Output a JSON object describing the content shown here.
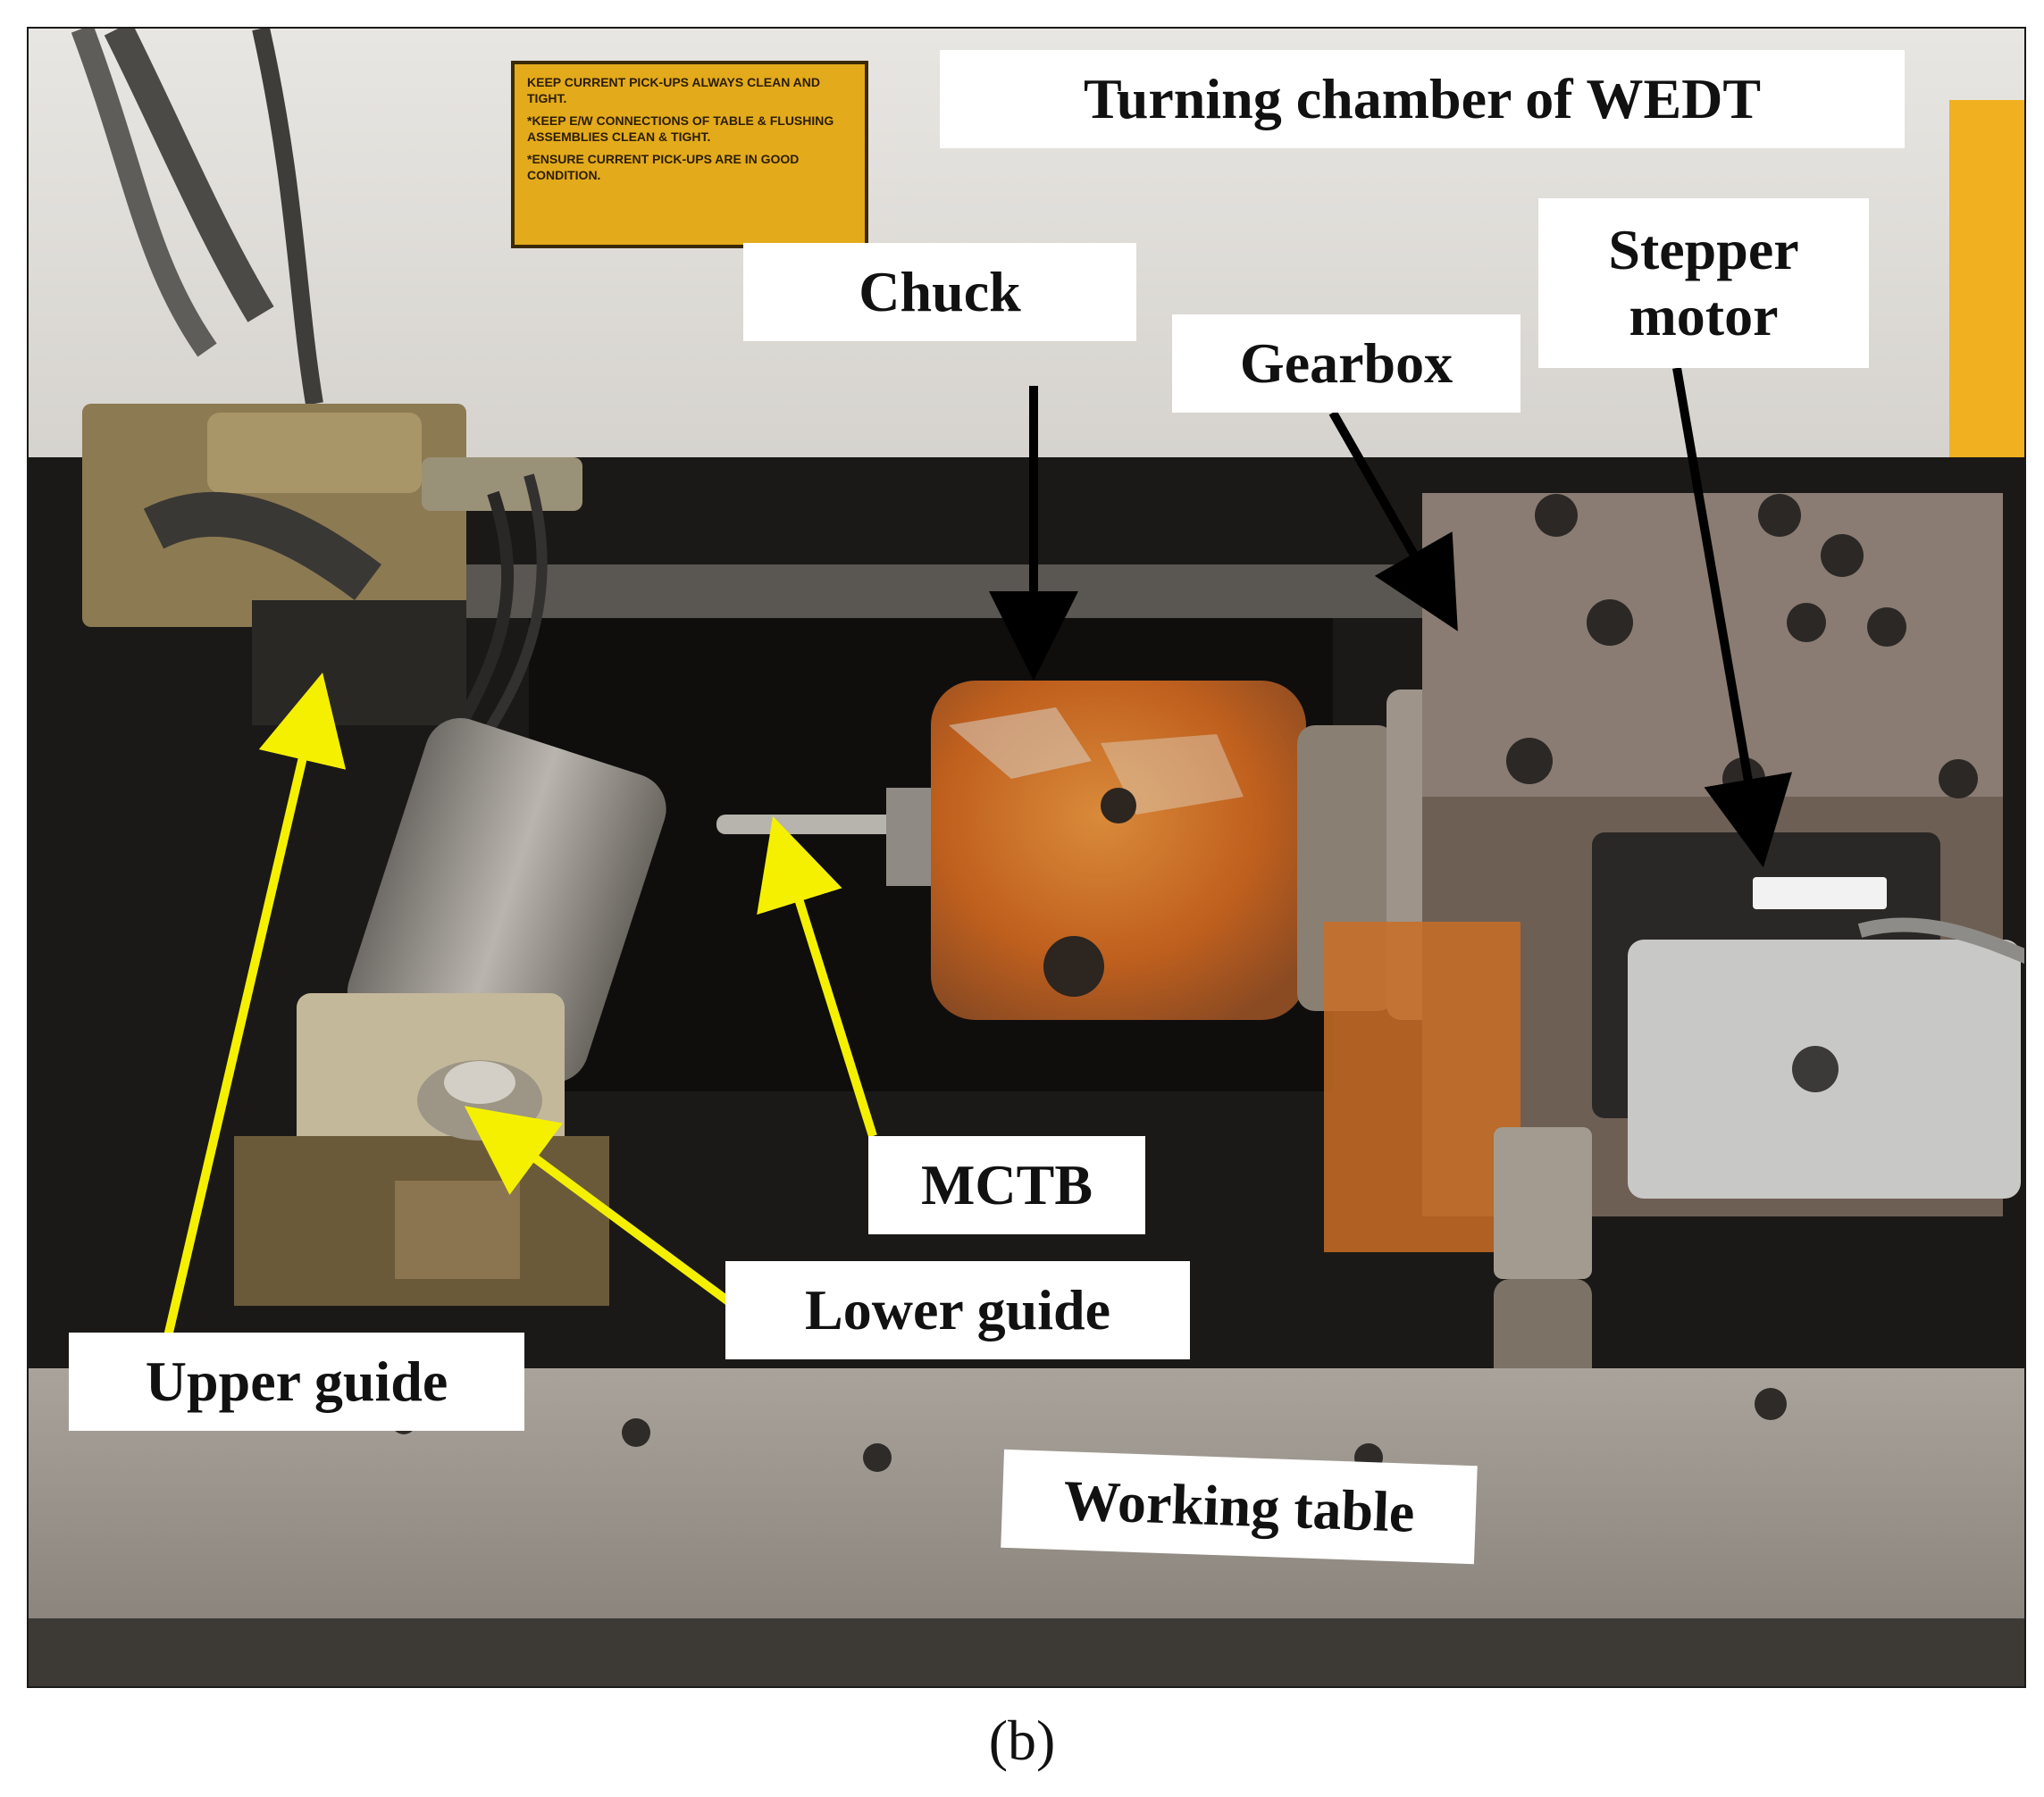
{
  "labels": {
    "title": "Turning chamber of WEDT",
    "chuck": "Chuck",
    "gearbox": "Gearbox",
    "stepper_motor": "Stepper motor",
    "mctb": "MCTB",
    "lower_guide": "Lower guide",
    "upper_guide": "Upper guide",
    "working_table": "Working table"
  },
  "warning_sign": {
    "line1": "KEEP CURRENT PICK-UPS ALWAYS CLEAN AND TIGHT.",
    "line2": "*KEEP E/W CONNECTIONS OF TABLE & FLUSHING ASSEMBLIES CLEAN & TIGHT.",
    "line3": "*ENSURE CURRENT PICK-UPS ARE IN GOOD CONDITION."
  },
  "caption": "(b)",
  "colors": {
    "arrow_black": "#000000",
    "arrow_yellow": "#f5f000",
    "chuck_rust": "#c8651f",
    "sign_yellow": "#e3aa1c"
  }
}
